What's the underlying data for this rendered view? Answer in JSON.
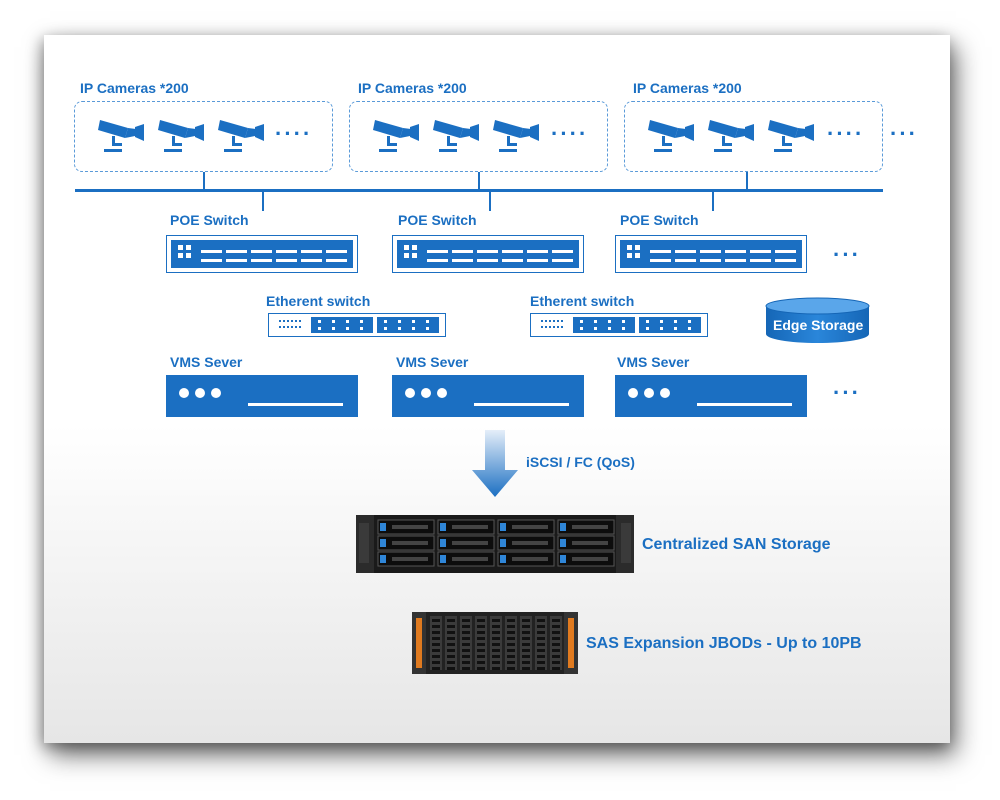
{
  "cameras": {
    "groups": [
      {
        "label": "IP Cameras *200",
        "more": "····"
      },
      {
        "label": "IP Cameras *200",
        "more": "····"
      },
      {
        "label": "IP Cameras *200",
        "more": "····"
      }
    ],
    "outer_more": "···",
    "icon": "cctv-camera-icon"
  },
  "poe_switches": [
    {
      "label": "POE Switch"
    },
    {
      "label": "POE Switch"
    },
    {
      "label": "POE Switch"
    }
  ],
  "poe_more": "···",
  "ethernet_switches": [
    {
      "label": "Etherent switch"
    },
    {
      "label": "Etherent switch"
    }
  ],
  "edge_storage": {
    "label": "Edge Storage",
    "icon": "database-cylinder-icon"
  },
  "vms_servers": [
    {
      "label": "VMS Sever"
    },
    {
      "label": "VMS Sever"
    },
    {
      "label": "VMS Sever"
    }
  ],
  "vms_more": "···",
  "link": {
    "label": "iSCSI / FC (QoS)",
    "icon": "down-arrow-icon"
  },
  "san": {
    "label": "Centralized SAN Storage",
    "icon": "rack-storage-icon"
  },
  "jbod": {
    "label": "SAS Expansion JBODs - Up to 10PB",
    "icon": "jbod-enclosure-icon"
  },
  "colors": {
    "accent": "#1b6fc2",
    "dashed_border": "#5a9ad8",
    "arrow_light": "#cfe3f7"
  }
}
